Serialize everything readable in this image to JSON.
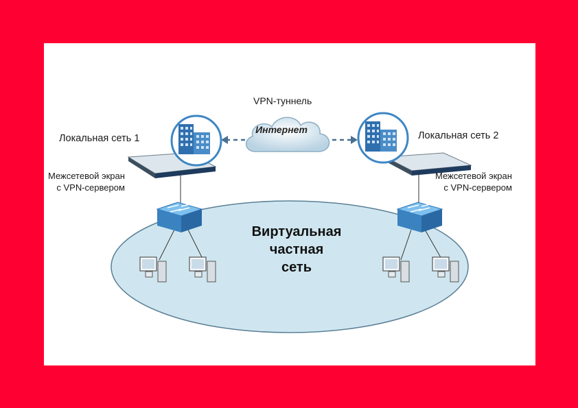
{
  "diagram": {
    "tunnel_label": "VPN-туннель",
    "cloud_label": "Интернет",
    "network_left": "Локальная сеть 1",
    "network_right": "Локальная сеть 2",
    "firewall_left": [
      "Межсетевой экран",
      "с VPN-сервером"
    ],
    "firewall_right": [
      "Межсетевой экран",
      "с VPN-сервером"
    ],
    "vpn_label": [
      "Виртуальная",
      "частная",
      "сеть"
    ]
  },
  "colors": {
    "frame": "#ff0033",
    "ellipse_fill": "#cfe6f0",
    "ellipse_stroke": "#5a7f95",
    "tunnel_line": "#4a7090",
    "device_blue": "#3e86c4",
    "building_blue": "#2f6fae"
  },
  "icons": [
    "building-icon",
    "firewall-device-icon",
    "switch-icon",
    "computer-icon",
    "cloud-icon"
  ]
}
